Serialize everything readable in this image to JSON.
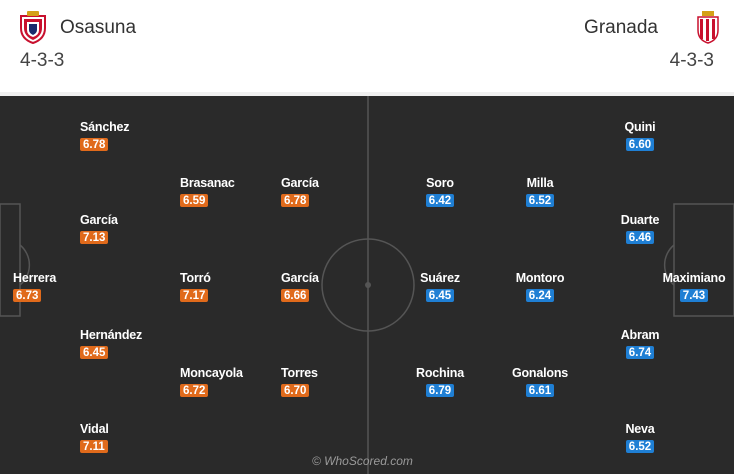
{
  "colors": {
    "home_rating": "#e06a1b",
    "away_rating": "#1f7fd4",
    "pitch": "#2a2a2a"
  },
  "home": {
    "name": "Osasuna",
    "formation": "4-3-3",
    "crest_icon": "osasuna-crest-icon",
    "players": [
      {
        "name": "Sánchez",
        "rating": "6.78"
      },
      {
        "name": "Brasanac",
        "rating": "6.59"
      },
      {
        "name": "García",
        "rating": "6.78"
      },
      {
        "name": "García",
        "rating": "7.13"
      },
      {
        "name": "Herrera",
        "rating": "6.73"
      },
      {
        "name": "Torró",
        "rating": "7.17"
      },
      {
        "name": "García",
        "rating": "6.66"
      },
      {
        "name": "Hernández",
        "rating": "6.45"
      },
      {
        "name": "Moncayola",
        "rating": "6.72"
      },
      {
        "name": "Torres",
        "rating": "6.70"
      },
      {
        "name": "Vidal",
        "rating": "7.11"
      }
    ]
  },
  "away": {
    "name": "Granada",
    "formation": "4-3-3",
    "crest_icon": "granada-crest-icon",
    "players": [
      {
        "name": "Quini",
        "rating": "6.60"
      },
      {
        "name": "Soro",
        "rating": "6.42"
      },
      {
        "name": "Milla",
        "rating": "6.52"
      },
      {
        "name": "Duarte",
        "rating": "6.46"
      },
      {
        "name": "Suárez",
        "rating": "6.45"
      },
      {
        "name": "Montoro",
        "rating": "6.24"
      },
      {
        "name": "Maximiano",
        "rating": "7.43"
      },
      {
        "name": "Abram",
        "rating": "6.74"
      },
      {
        "name": "Rochina",
        "rating": "6.79"
      },
      {
        "name": "Gonalons",
        "rating": "6.61"
      },
      {
        "name": "Neva",
        "rating": "6.52"
      }
    ]
  },
  "watermark": "© WhoScored.com"
}
